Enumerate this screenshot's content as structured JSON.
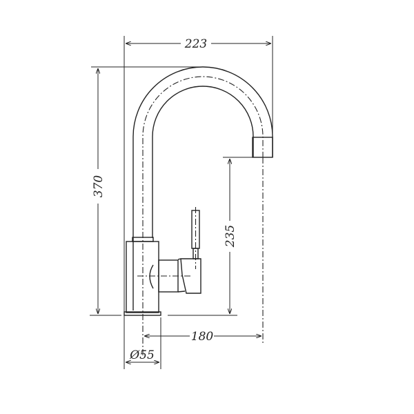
{
  "drawing": {
    "subject": "faucet",
    "dimensions": {
      "overall_width": "223",
      "overall_height": "370",
      "spout_height": "235",
      "spout_reach": "180",
      "base_diameter": "Ø55"
    }
  }
}
